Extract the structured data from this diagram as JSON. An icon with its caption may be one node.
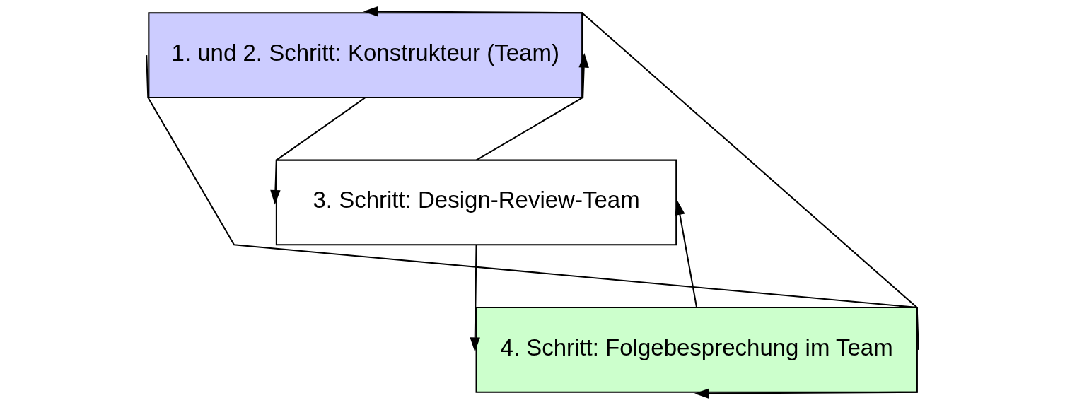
{
  "diagram": {
    "nodes": [
      {
        "text": [
          "1. und 2. Schritt: Konstrukteur (Team)"
        ]
      },
      {
        "text": [
          "3. Schritt: Design-Review-Team"
        ]
      },
      {
        "text": [
          "4. Schritt: Folgebesprechung im Team"
        ]
      }
    ],
    "edges": [
      {
        "from": 0,
        "to": 1,
        "arrow": "to"
      },
      {
        "from": 1,
        "to": 0,
        "arrow": "to"
      },
      {
        "from": 1,
        "to": 2,
        "arrow": "to"
      },
      {
        "from": 2,
        "to": 1,
        "arrow": "to"
      },
      {
        "from": 2,
        "to": 0,
        "arrow": "to"
      },
      {
        "from": 0,
        "to": 2,
        "arrow": "to"
      }
    ]
  }
}
